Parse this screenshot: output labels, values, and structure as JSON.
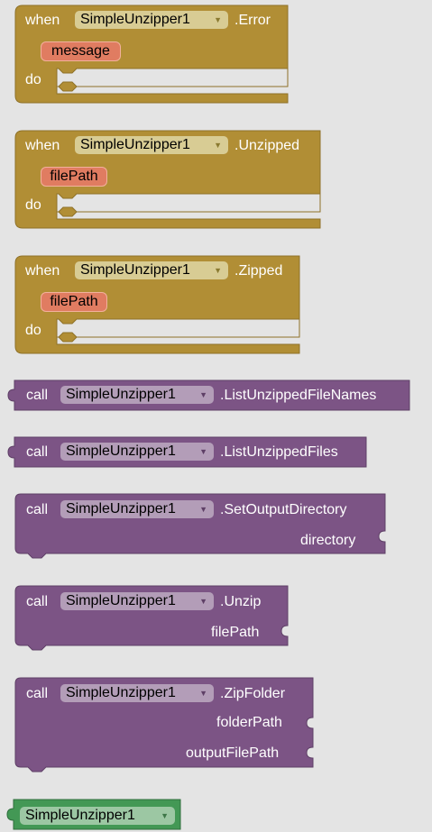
{
  "component": "SimpleUnzipper1",
  "colors": {
    "background": "#e4e4e4",
    "event_block": "#b18e35",
    "method_block": "#7c5485",
    "component_block": "#439855",
    "parameter": "#e07c61"
  },
  "events": [
    {
      "when": "when",
      "component": "SimpleUnzipper1",
      "event": ".Error",
      "param": "message",
      "do": "do"
    },
    {
      "when": "when",
      "component": "SimpleUnzipper1",
      "event": ".Unzipped",
      "param": "filePath",
      "do": "do"
    },
    {
      "when": "when",
      "component": "SimpleUnzipper1",
      "event": ".Zipped",
      "param": "filePath",
      "do": "do"
    }
  ],
  "methods": [
    {
      "call": "call",
      "component": "SimpleUnzipper1",
      "method": ".ListUnzippedFileNames",
      "args": []
    },
    {
      "call": "call",
      "component": "SimpleUnzipper1",
      "method": ".ListUnzippedFiles",
      "args": []
    },
    {
      "call": "call",
      "component": "SimpleUnzipper1",
      "method": ".SetOutputDirectory",
      "args": [
        "directory"
      ]
    },
    {
      "call": "call",
      "component": "SimpleUnzipper1",
      "method": ".Unzip",
      "args": [
        "filePath"
      ]
    },
    {
      "call": "call",
      "component": "SimpleUnzipper1",
      "method": ".ZipFolder",
      "args": [
        "folderPath",
        "outputFilePath"
      ]
    }
  ],
  "component_block": {
    "component": "SimpleUnzipper1"
  },
  "icons": {
    "dropdown": "dropdown-arrow-icon"
  }
}
